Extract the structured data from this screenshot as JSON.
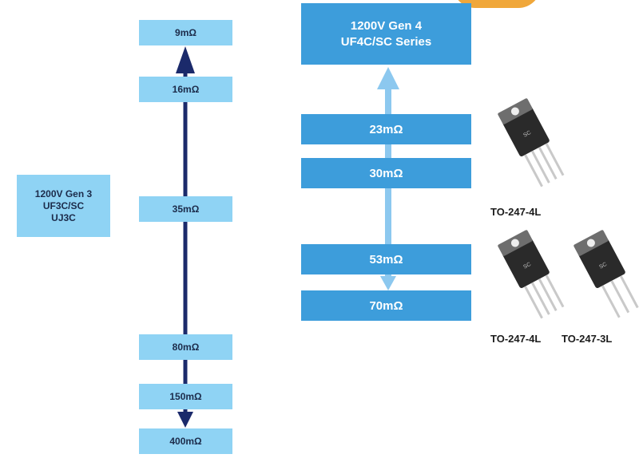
{
  "gen3": {
    "label_lines": [
      "1200V Gen 3",
      "UF3C/SC",
      "UJ3C"
    ],
    "resistances": [
      "9mΩ",
      "16mΩ",
      "35mΩ",
      "80mΩ",
      "150mΩ",
      "400mΩ"
    ]
  },
  "gen4": {
    "title_lines": [
      "1200V Gen 4",
      "UF4C/SC Series"
    ],
    "resistances": [
      "23mΩ",
      "30mΩ",
      "53mΩ",
      "70mΩ"
    ]
  },
  "packages": {
    "top_label": "TO-247-4L",
    "bottom_left_label": "TO-247-4L",
    "bottom_right_label": "TO-247-3L",
    "body_marking": "SC"
  },
  "colors": {
    "gen3_box": "#8fd3f4",
    "gen3_arrow": "#1b2a6b",
    "gen4_box": "#3d9ddb",
    "gen4_arrow": "#8cc8ef",
    "badge": "#f0a73a"
  }
}
